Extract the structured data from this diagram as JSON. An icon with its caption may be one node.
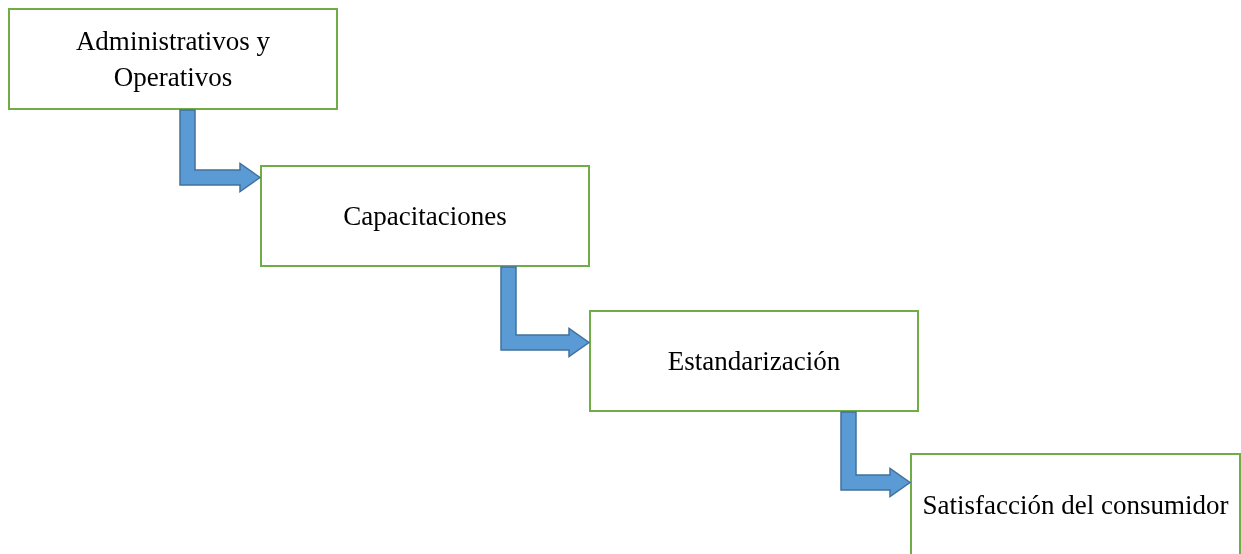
{
  "diagram": {
    "nodes": [
      {
        "text": [
          "Administrativos y Operativos"
        ]
      },
      {
        "text": [
          "Capacitaciones"
        ]
      },
      {
        "text": [
          "Estandarización"
        ]
      },
      {
        "text": [
          "Satisfacción del consumidor"
        ]
      }
    ],
    "edges": [
      {
        "from": 0,
        "to": 1,
        "arrow": "to"
      },
      {
        "from": 1,
        "to": 2,
        "arrow": "to"
      },
      {
        "from": 2,
        "to": 3,
        "arrow": "to"
      }
    ]
  }
}
